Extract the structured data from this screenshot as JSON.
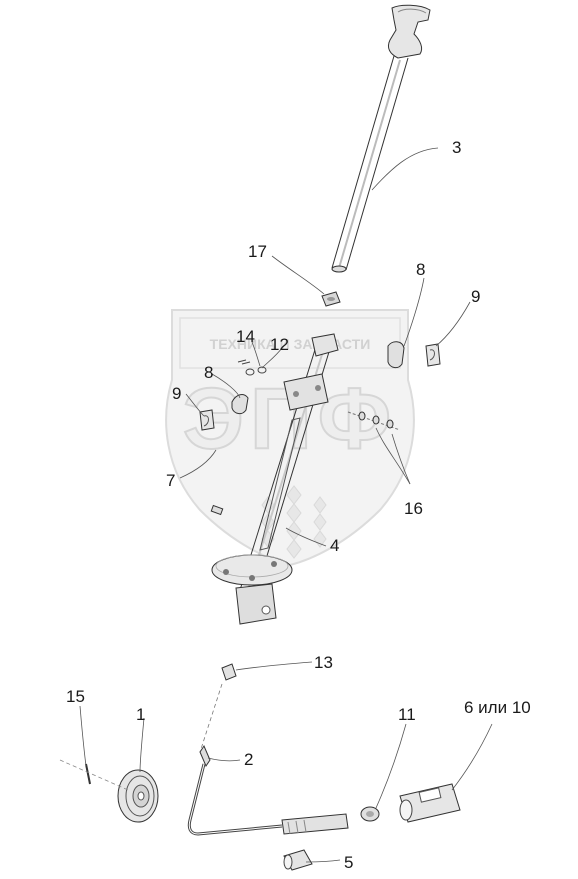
{
  "watermark": {
    "top_text": "ТЕХНИКА И ЗАПЧАСТИ",
    "big_text": "ЭПФ"
  },
  "callouts": {
    "c1": "1",
    "c2": "2",
    "c3": "3",
    "c4": "4",
    "c5": "5",
    "c6_10": "6 или 10",
    "c7": "7",
    "c8a": "8",
    "c8b": "8",
    "c9a": "9",
    "c9b": "9",
    "c11": "11",
    "c12": "12",
    "c13": "13",
    "c14": "14",
    "c15": "15",
    "c16": "16",
    "c17": "17"
  }
}
